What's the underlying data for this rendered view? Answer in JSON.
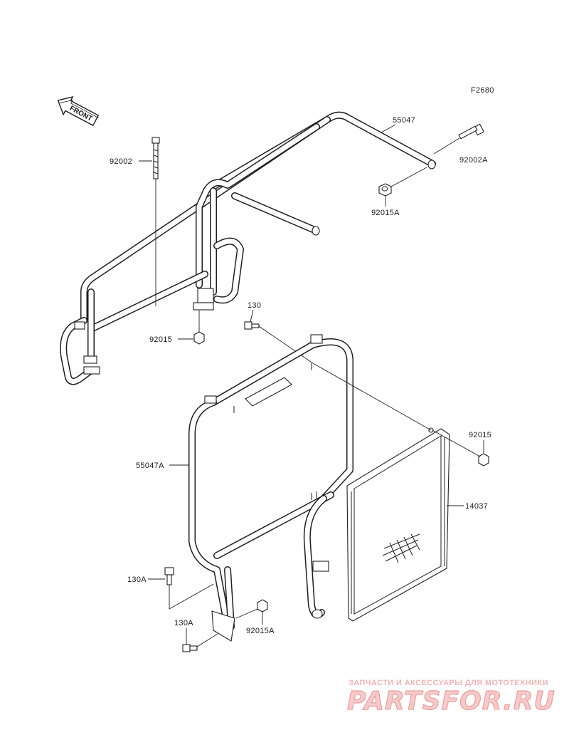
{
  "figure_code": "F2680",
  "front_label": "FRONT",
  "parts": {
    "p55047": "55047",
    "p92002": "92002",
    "p92002A": "92002A",
    "p92015A_top": "92015A",
    "p92015_left": "92015",
    "p130": "130",
    "p92015_right": "92015",
    "p55047A": "55047A",
    "p14037": "14037",
    "p130A_upper": "130A",
    "p130A_lower": "130A",
    "p92015A_bottom": "92015A"
  },
  "watermark": {
    "tagline": "ЗАПЧАСТИ И АКСЕССУАРЫ ДЛЯ МОТОТЕХНИКИ",
    "logo": "PARTSFOR.RU"
  },
  "colors": {
    "line": "#1f1f1f",
    "watermark_fill": "#f7c9c9",
    "watermark_stroke": "#eba0a0"
  }
}
